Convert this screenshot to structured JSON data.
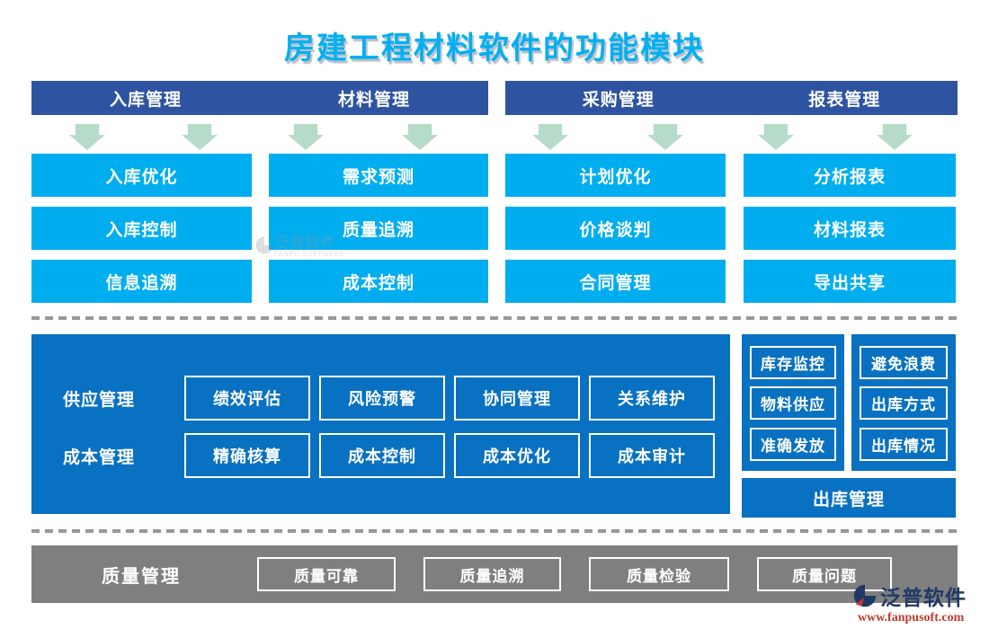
{
  "title": "房建工程材料软件的功能模块",
  "colors": {
    "title": "#00b0f0",
    "header_bar": "#2e53a0",
    "module_box": "#00aeef",
    "mid_panel": "#0971c2",
    "quality_bar": "#7f7f7f",
    "arrow": "#b7dbc9",
    "logo_navy": "#203864",
    "logo_red": "#c0392b"
  },
  "top": {
    "headers": [
      "入库管理",
      "材料管理",
      "采购管理",
      "报表管理"
    ],
    "columns": [
      {
        "items": [
          "入库优化",
          "入库控制",
          "信息追溯"
        ]
      },
      {
        "items": [
          "需求预测",
          "质量追溯",
          "成本控制"
        ]
      },
      {
        "items": [
          "计划优化",
          "价格谈判",
          "合同管理"
        ]
      },
      {
        "items": [
          "分析报表",
          "材料报表",
          "导出共享"
        ]
      }
    ]
  },
  "middle": {
    "left": {
      "rows": [
        {
          "label": "供应管理",
          "items": [
            "绩效评估",
            "风险预警",
            "协同管理",
            "关系维护"
          ]
        },
        {
          "label": "成本管理",
          "items": [
            "精确核算",
            "成本控制",
            "成本优化",
            "成本审计"
          ]
        }
      ]
    },
    "right": {
      "col1": [
        "库存监控",
        "物料供应",
        "准确发放"
      ],
      "col2": [
        "避免浪费",
        "出库方式",
        "出库情况"
      ],
      "footer": "出库管理"
    }
  },
  "bottom": {
    "label": "质量管理",
    "items": [
      "质量可靠",
      "质量追溯",
      "质量检验",
      "质量问题"
    ]
  },
  "watermark": {
    "text": "泛普软件",
    "subtext": "FANPU SOFTWARE"
  },
  "logo": {
    "brand": "泛普软件",
    "site": "www.fanpusoft.com"
  }
}
